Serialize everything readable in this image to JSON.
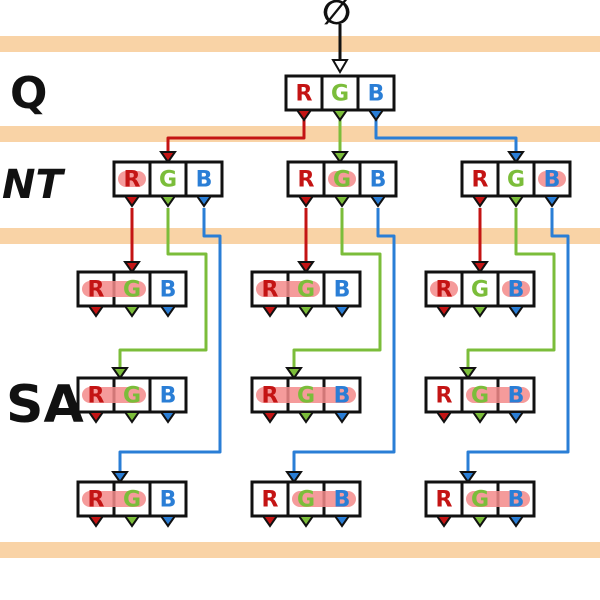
{
  "root_symbol": "∅",
  "bands": [
    {
      "label": "Q"
    },
    {
      "label": "NT"
    },
    {
      "label": "SA"
    }
  ],
  "colors": {
    "band": "#f9d3a6",
    "red": "#c41414",
    "green": "#7bbd3a",
    "blue": "#2a7ed6",
    "highlight": "#f38a8a",
    "stroke": "#111111"
  },
  "cell_letters": [
    "R",
    "G",
    "B"
  ],
  "tree": {
    "name": "q",
    "highlight": [],
    "children": [
      {
        "name": "nt-red",
        "highlight": [
          "R"
        ],
        "children": [
          {
            "name": "sa-red-red",
            "highlight": [
              "R",
              "G"
            ]
          },
          {
            "name": "sa-red-green",
            "highlight": [
              "R",
              "G"
            ]
          },
          {
            "name": "sa-red-blue",
            "highlight": [
              "R",
              "G"
            ]
          }
        ]
      },
      {
        "name": "nt-green",
        "highlight": [
          "G"
        ],
        "children": [
          {
            "name": "sa-green-red",
            "highlight": [
              "R",
              "G"
            ]
          },
          {
            "name": "sa-green-green",
            "highlight": [
              "R",
              "G",
              "B"
            ]
          },
          {
            "name": "sa-green-blue",
            "highlight": [
              "G",
              "B"
            ]
          }
        ]
      },
      {
        "name": "nt-blue",
        "highlight": [
          "B"
        ],
        "children": [
          {
            "name": "sa-blue-red",
            "highlight": [
              "R",
              "B"
            ]
          },
          {
            "name": "sa-blue-green",
            "highlight": [
              "G",
              "B"
            ]
          },
          {
            "name": "sa-blue-blue",
            "highlight": [
              "G",
              "B"
            ]
          }
        ]
      }
    ]
  }
}
